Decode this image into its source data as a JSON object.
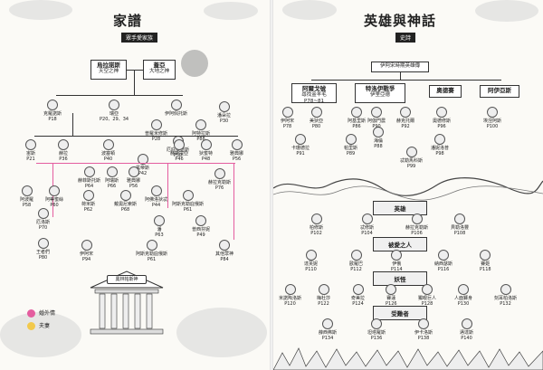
{
  "left": {
    "title": "家譜",
    "subtitle": "眾手愛家族",
    "top_pair": [
      {
        "name": "烏拉諾斯",
        "role": "天空之神"
      },
      {
        "name": "蓋亞",
        "role": "大地之神"
      }
    ],
    "gen2": [
      {
        "name": "克羅諾斯",
        "ref": "P18"
      },
      {
        "name": "瑞亞",
        "ref": "P20、29、34"
      },
      {
        "name": "伊阿佩托斯"
      },
      {
        "name": "普羅米修斯",
        "ref": "P28"
      },
      {
        "name": "阿特拉斯",
        "ref": "P88"
      },
      {
        "name": "厄庇墨透斯",
        "ref": "P30"
      },
      {
        "name": "潘朵拉",
        "ref": "P30"
      }
    ],
    "gen3": [
      {
        "name": "宙斯",
        "ref": "P21"
      },
      {
        "name": "赫拉",
        "ref": "P36"
      },
      {
        "name": "波塞頓",
        "ref": "P40"
      },
      {
        "name": "黑帝斯",
        "ref": "P42"
      },
      {
        "name": "赫斯提亞",
        "ref": "P46"
      },
      {
        "name": "狄蜜特",
        "ref": "P48"
      },
      {
        "name": "雅典娜",
        "ref": "P56"
      }
    ],
    "gen4": [
      {
        "name": "赫菲斯托斯",
        "ref": "P64"
      },
      {
        "name": "阿瑞斯",
        "ref": "P66"
      },
      {
        "name": "雅典娜",
        "ref": "P56"
      },
      {
        "name": "阿波羅",
        "ref": "P58"
      },
      {
        "name": "阿蒂蜜絲",
        "ref": "P60"
      },
      {
        "name": "荷米斯",
        "ref": "P62"
      },
      {
        "name": "戴奧尼索斯",
        "ref": "P68"
      },
      {
        "name": "赫拉克勒斯",
        "ref": "P76"
      }
    ],
    "gen5": [
      {
        "name": "阿佛洛狄忒",
        "ref": "P44"
      },
      {
        "name": "阿斯克勒庇俄斯",
        "ref": "P61"
      },
      {
        "name": "厄洛斯",
        "ref": "P70"
      },
      {
        "name": "潘",
        "ref": "P63"
      },
      {
        "name": "普西芬妮",
        "ref": "P49"
      }
    ],
    "gen6": [
      {
        "name": "王者們",
        "ref": "P80"
      },
      {
        "name": "伊阿宋",
        "ref": "P94"
      },
      {
        "name": "阿斯克勒庇俄斯",
        "ref": "P61"
      },
      {
        "name": "其他眾神",
        "ref": "P84"
      }
    ],
    "temple_label": "奧林帕斯神",
    "legend": [
      {
        "label": "婚外情",
        "color": "#e45d9f"
      },
      {
        "label": "夫妻",
        "color": "#f2c94c"
      }
    ]
  },
  "right": {
    "title": "英雄與神話",
    "subtitle": "史詩",
    "root": "伊阿宋時期英雄傳",
    "branches": [
      {
        "name": "阿爾戈號",
        "sub": "尋找金羊毛",
        "ref": "P78~81"
      },
      {
        "name": "特洛伊戰爭",
        "sub": "伊里亞德",
        "ref": ""
      },
      {
        "name": "奧德賽",
        "ref": ""
      },
      {
        "name": "阿伊亞斯",
        "ref": ""
      }
    ],
    "heroes_row1": [
      {
        "name": "伊阿宋",
        "ref": "P78"
      },
      {
        "name": "美狄亞",
        "ref": "P80"
      },
      {
        "name": "阿基里斯",
        "ref": "P86"
      },
      {
        "name": "海倫",
        "ref": "P88"
      },
      {
        "name": "阿伽門農",
        "ref": "P90"
      },
      {
        "name": "赫克托爾",
        "ref": "P92"
      },
      {
        "name": "奧德修斯",
        "ref": "P96"
      },
      {
        "name": "埃涅阿斯",
        "ref": "P100"
      }
    ],
    "heroes_row2": [
      {
        "name": "卡珊德拉",
        "ref": "P91"
      },
      {
        "name": "帕里斯",
        "ref": "P89"
      },
      {
        "name": "潘妮洛普",
        "ref": "P98"
      },
      {
        "name": "忒勒馬科斯",
        "ref": "P99"
      }
    ],
    "section_hero": "英雄",
    "heroes_row3": [
      {
        "name": "柏修斯",
        "ref": "P102"
      },
      {
        "name": "忒修斯",
        "ref": "P104"
      },
      {
        "name": "赫拉克勒斯",
        "ref": "P106"
      },
      {
        "name": "貝勒洛豐",
        "ref": "P108"
      }
    ],
    "section_love": "被愛之人",
    "love_row": [
      {
        "name": "達芙妮",
        "ref": "P110"
      },
      {
        "name": "歐羅巴",
        "ref": "P112"
      },
      {
        "name": "伊俄",
        "ref": "P114"
      },
      {
        "name": "納西瑟斯",
        "ref": "P116"
      },
      {
        "name": "賽姬",
        "ref": "P118"
      }
    ],
    "section_monster": "妖怪",
    "monster_row": [
      {
        "name": "米諾陶洛斯",
        "ref": "P120"
      },
      {
        "name": "梅杜莎",
        "ref": "P122"
      },
      {
        "name": "奇美拉",
        "ref": "P124"
      },
      {
        "name": "賽蓮",
        "ref": "P126"
      },
      {
        "name": "獨眼巨人",
        "ref": "P128"
      },
      {
        "name": "人面獅身",
        "ref": "P130"
      },
      {
        "name": "刻耳柏洛斯",
        "ref": "P132"
      }
    ],
    "section_victim": "受難者",
    "victim_row": [
      {
        "name": "薛西弗斯",
        "ref": "P134"
      },
      {
        "name": "坦塔羅斯",
        "ref": "P136"
      },
      {
        "name": "伊卡洛斯",
        "ref": "P138"
      },
      {
        "name": "邁達斯",
        "ref": "P140"
      }
    ]
  }
}
